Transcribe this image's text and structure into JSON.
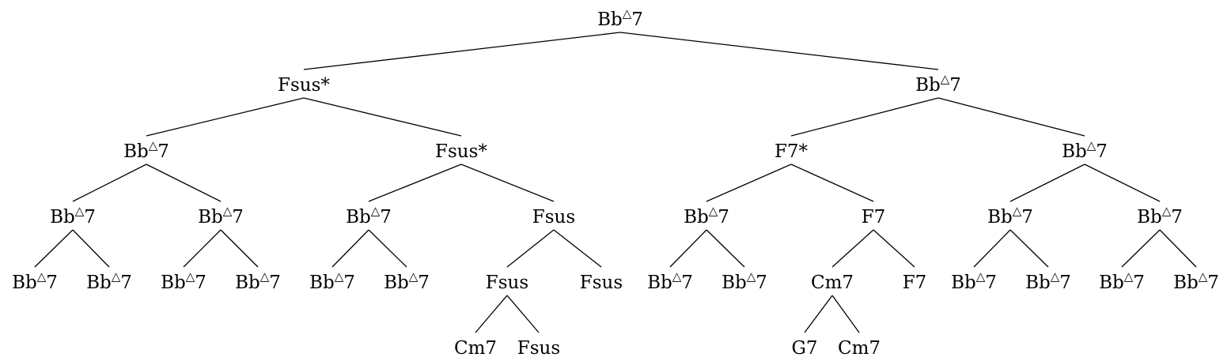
{
  "tree": {
    "label": "Bb△7",
    "children": [
      {
        "label": "Fsus*",
        "children": [
          {
            "label": "Bb△7",
            "children": [
              {
                "label": "Bb△7",
                "children": [
                  {
                    "label": "Bb△7"
                  },
                  {
                    "label": "Bb△7"
                  }
                ]
              },
              {
                "label": "Bb△7",
                "children": [
                  {
                    "label": "Bb△7"
                  },
                  {
                    "label": "Bb△7"
                  }
                ]
              }
            ]
          },
          {
            "label": "Fsus*",
            "children": [
              {
                "label": "Bb△7",
                "children": [
                  {
                    "label": "Bb△7"
                  },
                  {
                    "label": "Bb△7"
                  }
                ]
              },
              {
                "label": "Fsus",
                "children": [
                  {
                    "label": "Fsus",
                    "children": [
                      {
                        "label": "Cm7"
                      },
                      {
                        "label": "Fsus"
                      }
                    ]
                  },
                  {
                    "label": "Fsus"
                  }
                ]
              }
            ]
          }
        ]
      },
      {
        "label": "Bb△7",
        "children": [
          {
            "label": "F7*",
            "children": [
              {
                "label": "Bb△7",
                "children": [
                  {
                    "label": "Bb△7"
                  },
                  {
                    "label": "Bb△7"
                  }
                ]
              },
              {
                "label": "F7",
                "children": [
                  {
                    "label": "Cm7",
                    "children": [
                      {
                        "label": "G7"
                      },
                      {
                        "label": "Cm7"
                      }
                    ]
                  },
                  {
                    "label": "F7"
                  }
                ]
              }
            ]
          },
          {
            "label": "Bb△7",
            "children": [
              {
                "label": "Bb△7",
                "children": [
                  {
                    "label": "Bb△7"
                  },
                  {
                    "label": "Bb△7"
                  }
                ]
              },
              {
                "label": "Bb△7",
                "children": [
                  {
                    "label": "Bb△7"
                  },
                  {
                    "label": "Bb△7"
                  }
                ]
              }
            ]
          }
        ]
      }
    ]
  }
}
